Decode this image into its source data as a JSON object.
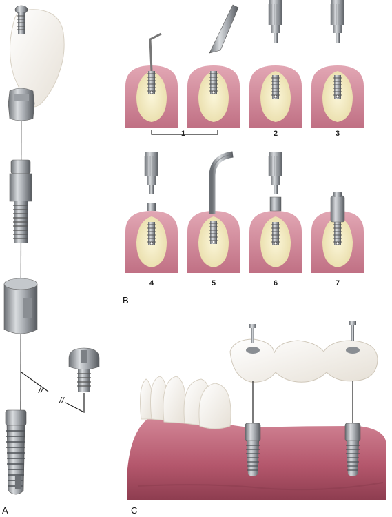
{
  "panels": {
    "a": "A",
    "b": "B",
    "c": "C"
  },
  "steps": [
    "1",
    "2",
    "3",
    "4",
    "5",
    "6",
    "7"
  ],
  "break_marks": [
    "//",
    "//"
  ]
}
